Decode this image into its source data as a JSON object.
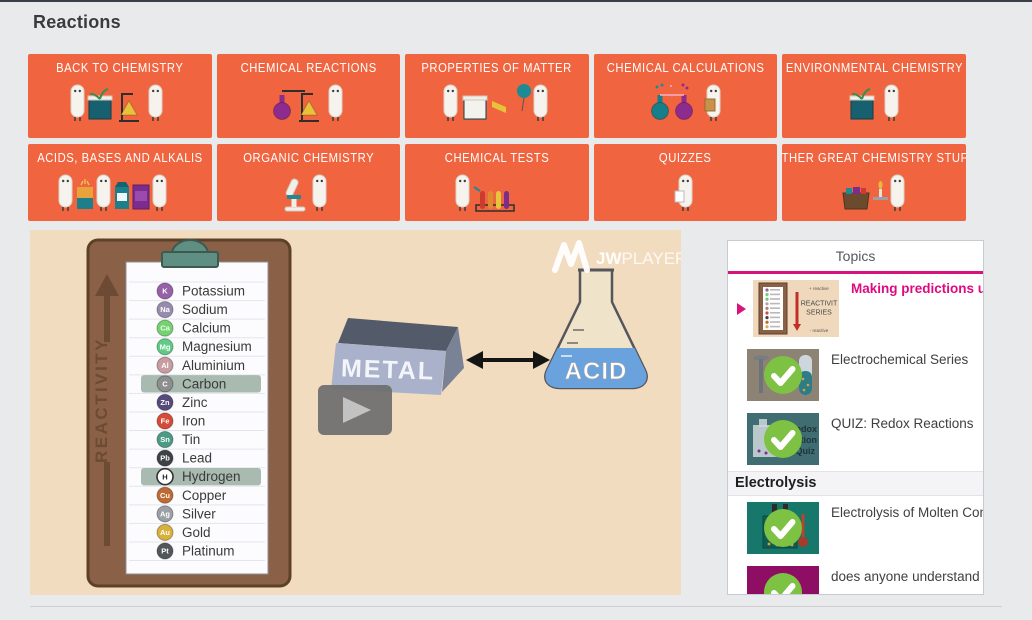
{
  "page": {
    "title": "Reactions"
  },
  "colors": {
    "tile_orange": "#f0653f",
    "video_bg": "#f2dcbf",
    "accent_pink": "#d8137b",
    "check_green": "#7dc242",
    "highlight_bar": "#a9bbb1"
  },
  "tiles": [
    {
      "label": "Back to Chemistry",
      "icon": "back-to-chemistry-icon"
    },
    {
      "label": "Chemical Reactions",
      "icon": "chemical-reactions-icon"
    },
    {
      "label": "Properties of Matter",
      "icon": "properties-of-matter-icon"
    },
    {
      "label": "Chemical Calculations",
      "icon": "chemical-calculations-icon"
    },
    {
      "label": "Environmental Chemistry",
      "icon": "environmental-chemistry-icon"
    },
    {
      "label": "Acids, Bases and Alkalis",
      "icon": "acids-bases-alkalis-icon"
    },
    {
      "label": "Organic Chemistry",
      "icon": "organic-chemistry-icon"
    },
    {
      "label": "Chemical Tests",
      "icon": "chemical-tests-icon"
    },
    {
      "label": "Quizzes",
      "icon": "quizzes-icon"
    },
    {
      "label": "Other Great Chemistry Stuff",
      "icon": "other-chemistry-icon"
    }
  ],
  "video": {
    "brand_bold": "JW",
    "brand_light": "PLAYER",
    "reactivity_axis_label": "REACTIVITY",
    "metal_label": "METAL",
    "acid_label": "ACID",
    "elements": [
      {
        "symbol": "K",
        "name": "Potassium",
        "color": "#9761a8",
        "text": "#ffffff",
        "highlighted": false
      },
      {
        "symbol": "Na",
        "name": "Sodium",
        "color": "#988cae",
        "text": "#ffffff",
        "highlighted": false
      },
      {
        "symbol": "Ca",
        "name": "Calcium",
        "color": "#74d36f",
        "text": "#eefdee",
        "highlighted": false
      },
      {
        "symbol": "Mg",
        "name": "Magnesium",
        "color": "#5ecc84",
        "text": "#ffffff",
        "highlighted": false
      },
      {
        "symbol": "Al",
        "name": "Aluminium",
        "color": "#c79da2",
        "text": "#ffffff",
        "highlighted": false
      },
      {
        "symbol": "C",
        "name": "Carbon",
        "color": "#8e8e8e",
        "text": "#ffffff",
        "highlighted": true
      },
      {
        "symbol": "Zn",
        "name": "Zinc",
        "color": "#56497b",
        "text": "#ffffff",
        "highlighted": false
      },
      {
        "symbol": "Fe",
        "name": "Iron",
        "color": "#d64b38",
        "text": "#ffffff",
        "highlighted": false
      },
      {
        "symbol": "Sn",
        "name": "Tin",
        "color": "#4d9b85",
        "text": "#ffffff",
        "highlighted": false
      },
      {
        "symbol": "Pb",
        "name": "Lead",
        "color": "#3e4246",
        "text": "#ffffff",
        "highlighted": false
      },
      {
        "symbol": "H",
        "name": "Hydrogen",
        "color": "#ffffff",
        "text": "#222222",
        "highlighted": true
      },
      {
        "symbol": "Cu",
        "name": "Copper",
        "color": "#bf6a33",
        "text": "#ffffff",
        "highlighted": false
      },
      {
        "symbol": "Ag",
        "name": "Silver",
        "color": "#9aa0a6",
        "text": "#ffffff",
        "highlighted": false
      },
      {
        "symbol": "Au",
        "name": "Gold",
        "color": "#d7b13c",
        "text": "#ffffff",
        "highlighted": false
      },
      {
        "symbol": "Pt",
        "name": "Platinum",
        "color": "#53575a",
        "text": "#ffffff",
        "highlighted": false
      }
    ]
  },
  "sidebar": {
    "header": "Topics",
    "entries": [
      {
        "kind": "topic",
        "title": "Making predictions using rea",
        "state": "current",
        "thumb": "reactivity-series-thumb",
        "thumb_text_line1": "REACTIVIT",
        "thumb_text_line2": "SERIES",
        "thumb_label_top": "+ reactive",
        "thumb_label_bottom": "- reactive"
      },
      {
        "kind": "topic",
        "title": "Electrochemical Series",
        "state": "completed",
        "thumb": "electrochemical-thumb"
      },
      {
        "kind": "topic",
        "title": "QUIZ: Redox Reactions",
        "state": "completed",
        "thumb": "redox-quiz-thumb",
        "thumb_text_line1": "Redox",
        "thumb_text_line2": "ction",
        "thumb_text_line3": "Quiz"
      },
      {
        "kind": "section",
        "title": "Electrolysis"
      },
      {
        "kind": "topic",
        "title": "Electrolysis of Molten Compo",
        "state": "completed",
        "thumb": "electrolysis-thumb"
      },
      {
        "kind": "topic",
        "title": "does anyone understand the",
        "state": "completed",
        "thumb": "purple-thumb"
      }
    ]
  }
}
